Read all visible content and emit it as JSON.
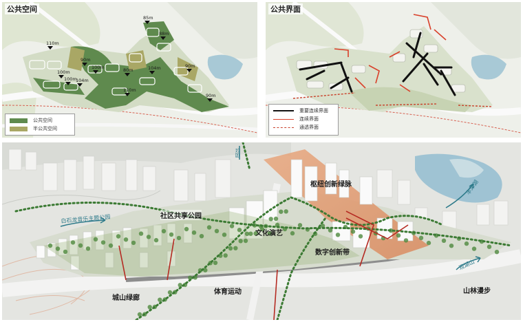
{
  "panels": {
    "left": {
      "title": "公共空间",
      "legend": [
        {
          "label": "公共空间",
          "color": "#5f8a4e"
        },
        {
          "label": "半公共空间",
          "color": "#a9a765"
        }
      ],
      "height_labels": [
        "85m",
        "88m",
        "110m",
        "90m",
        "100m",
        "100m",
        "104m",
        "100m",
        "80m",
        "104m",
        "110m",
        "90m",
        "90m"
      ]
    },
    "right": {
      "title": "公共界面",
      "legend": [
        {
          "label": "重要连续界面",
          "color": "#111111"
        },
        {
          "label": "连续界面",
          "color": "#d9402a"
        },
        {
          "label": "通透界面",
          "color": "#c9402a"
        }
      ]
    },
    "bottom": {
      "labels": {
        "hub": "枢纽创新绿脉",
        "community": "社区共享公园",
        "culture": "文化演艺",
        "digital": "数字创新带",
        "sports": "体育运动",
        "city_corridor": "城山绿廊",
        "forest_walk": "山林漫步",
        "music_park": "白石龙音乐主题公园",
        "flow_right_1": "丰泽湖",
        "flow_right_2": "观湖山",
        "flow_top": "公园"
      }
    }
  },
  "colors": {
    "public": "#5f8a4e",
    "semi_public": "#a9a765",
    "important_frontage": "#111111",
    "continuous_frontage": "#d9402a",
    "transparent_frontage": "#c9402a",
    "hub_band": "#e39a6f",
    "greenway": "#2f6b2f",
    "water": "#9fc3d3"
  }
}
